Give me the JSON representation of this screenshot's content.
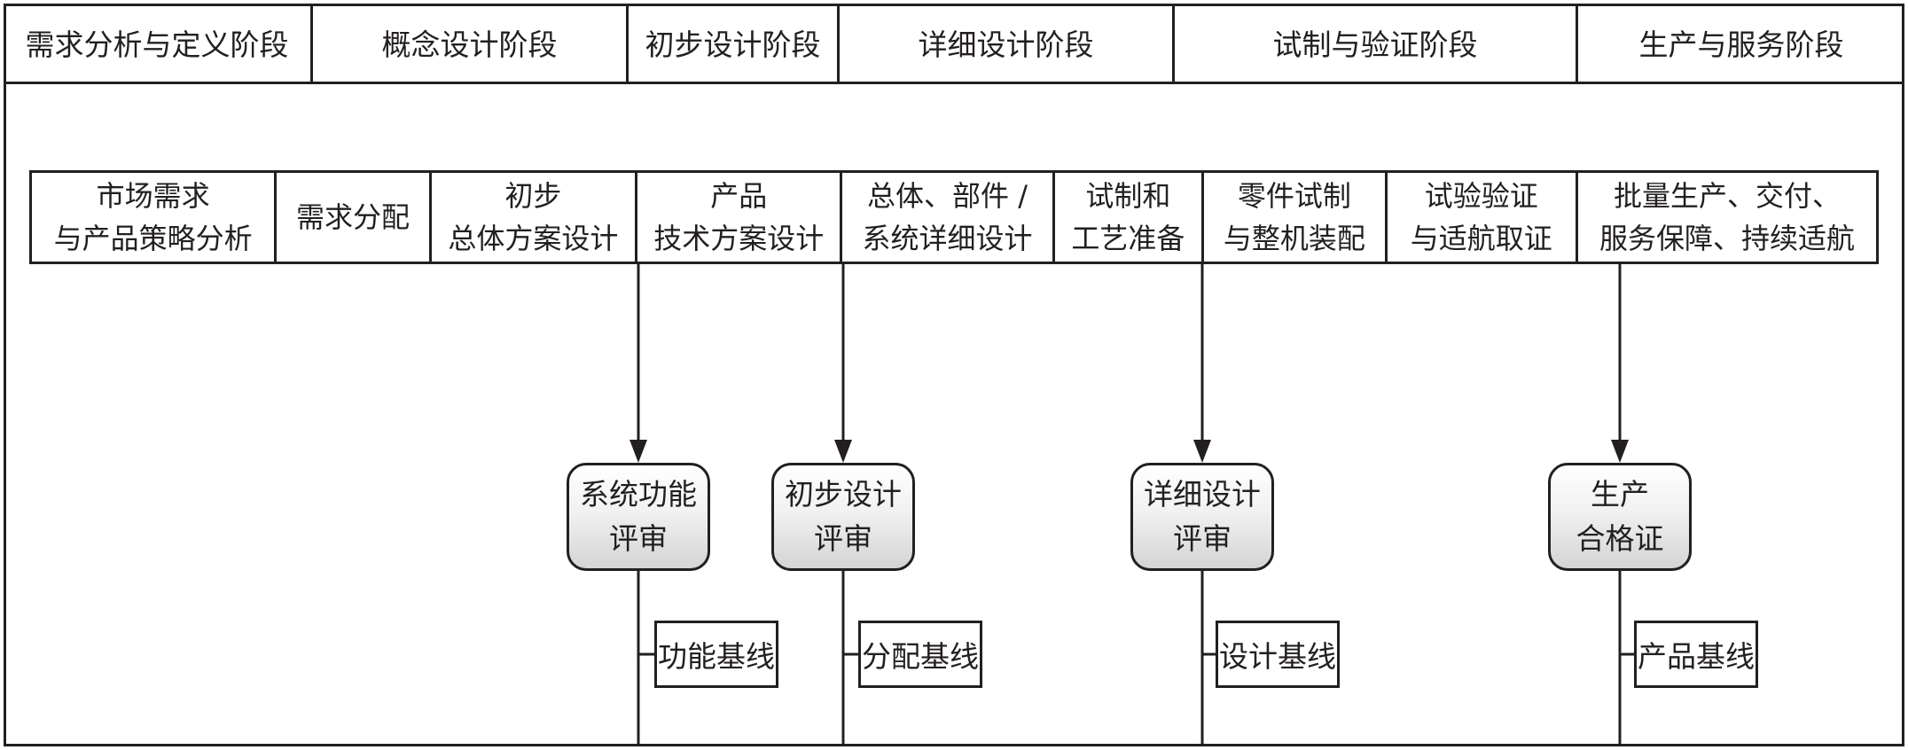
{
  "stages": [
    "需求分析与定义阶段",
    "概念设计阶段",
    "初步设计阶段",
    "详细设计阶段",
    "试制与验证阶段",
    "生产与服务阶段"
  ],
  "activities": [
    {
      "line1": "市场需求",
      "line2": "与产品策略分析"
    },
    {
      "line1": "需求分配",
      "line2": ""
    },
    {
      "line1": "初步",
      "line2": "总体方案设计"
    },
    {
      "line1": "产品",
      "line2": "技术方案设计"
    },
    {
      "line1": "总体、部件 /",
      "line2": "系统详细设计"
    },
    {
      "line1": "试制和",
      "line2": "工艺准备"
    },
    {
      "line1": "零件试制",
      "line2": "与整机装配"
    },
    {
      "line1": "试验验证",
      "line2": "与适航取证"
    },
    {
      "line1": "批量生产、交付、",
      "line2": "服务保障、持续适航"
    }
  ],
  "reviews": [
    {
      "line1": "系统功能",
      "line2": "评审",
      "baseline": "功能基线"
    },
    {
      "line1": "初步设计",
      "line2": "评审",
      "baseline": "分配基线"
    },
    {
      "line1": "详细设计",
      "line2": "评审",
      "baseline": "设计基线"
    },
    {
      "line1": "生产",
      "line2": "合格证",
      "baseline": "产品基线"
    }
  ]
}
